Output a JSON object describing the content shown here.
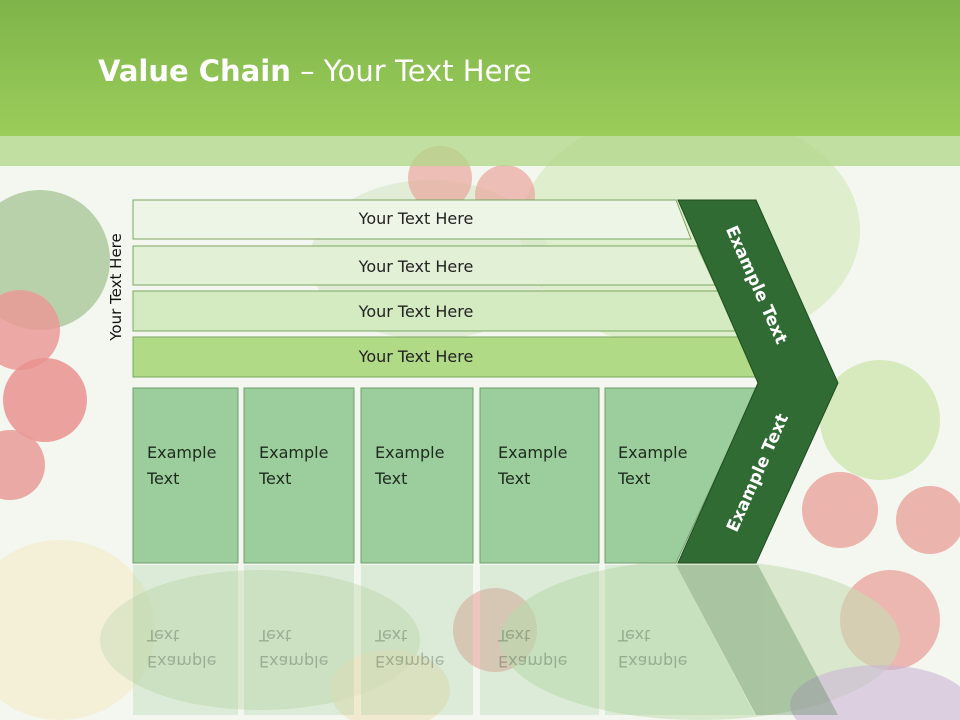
{
  "slide": {
    "title_bold": "Value Chain",
    "title_rest": " – Your Text Here",
    "vertical_label": "Your Text Here"
  },
  "bars": [
    {
      "label": "Your Text Here"
    },
    {
      "label": "Your Text Here"
    },
    {
      "label": "Your Text Here"
    },
    {
      "label": "Your Text Here"
    }
  ],
  "boxes": [
    {
      "line1": "Example",
      "line2": "Text"
    },
    {
      "line1": "Example",
      "line2": "Text"
    },
    {
      "line1": "Example",
      "line2": "Text"
    },
    {
      "line1": "Example",
      "line2": "Text"
    },
    {
      "line1": "Example",
      "line2": "Text"
    }
  ],
  "chevron": {
    "upper_label": "Example Text",
    "lower_label": "Example Text"
  },
  "colors": {
    "header": "#8cc152",
    "bar_light": "#e6f2dc",
    "bar_active": "#aed581",
    "box": "#9ccd9c",
    "chevron": "#2f6b33"
  }
}
